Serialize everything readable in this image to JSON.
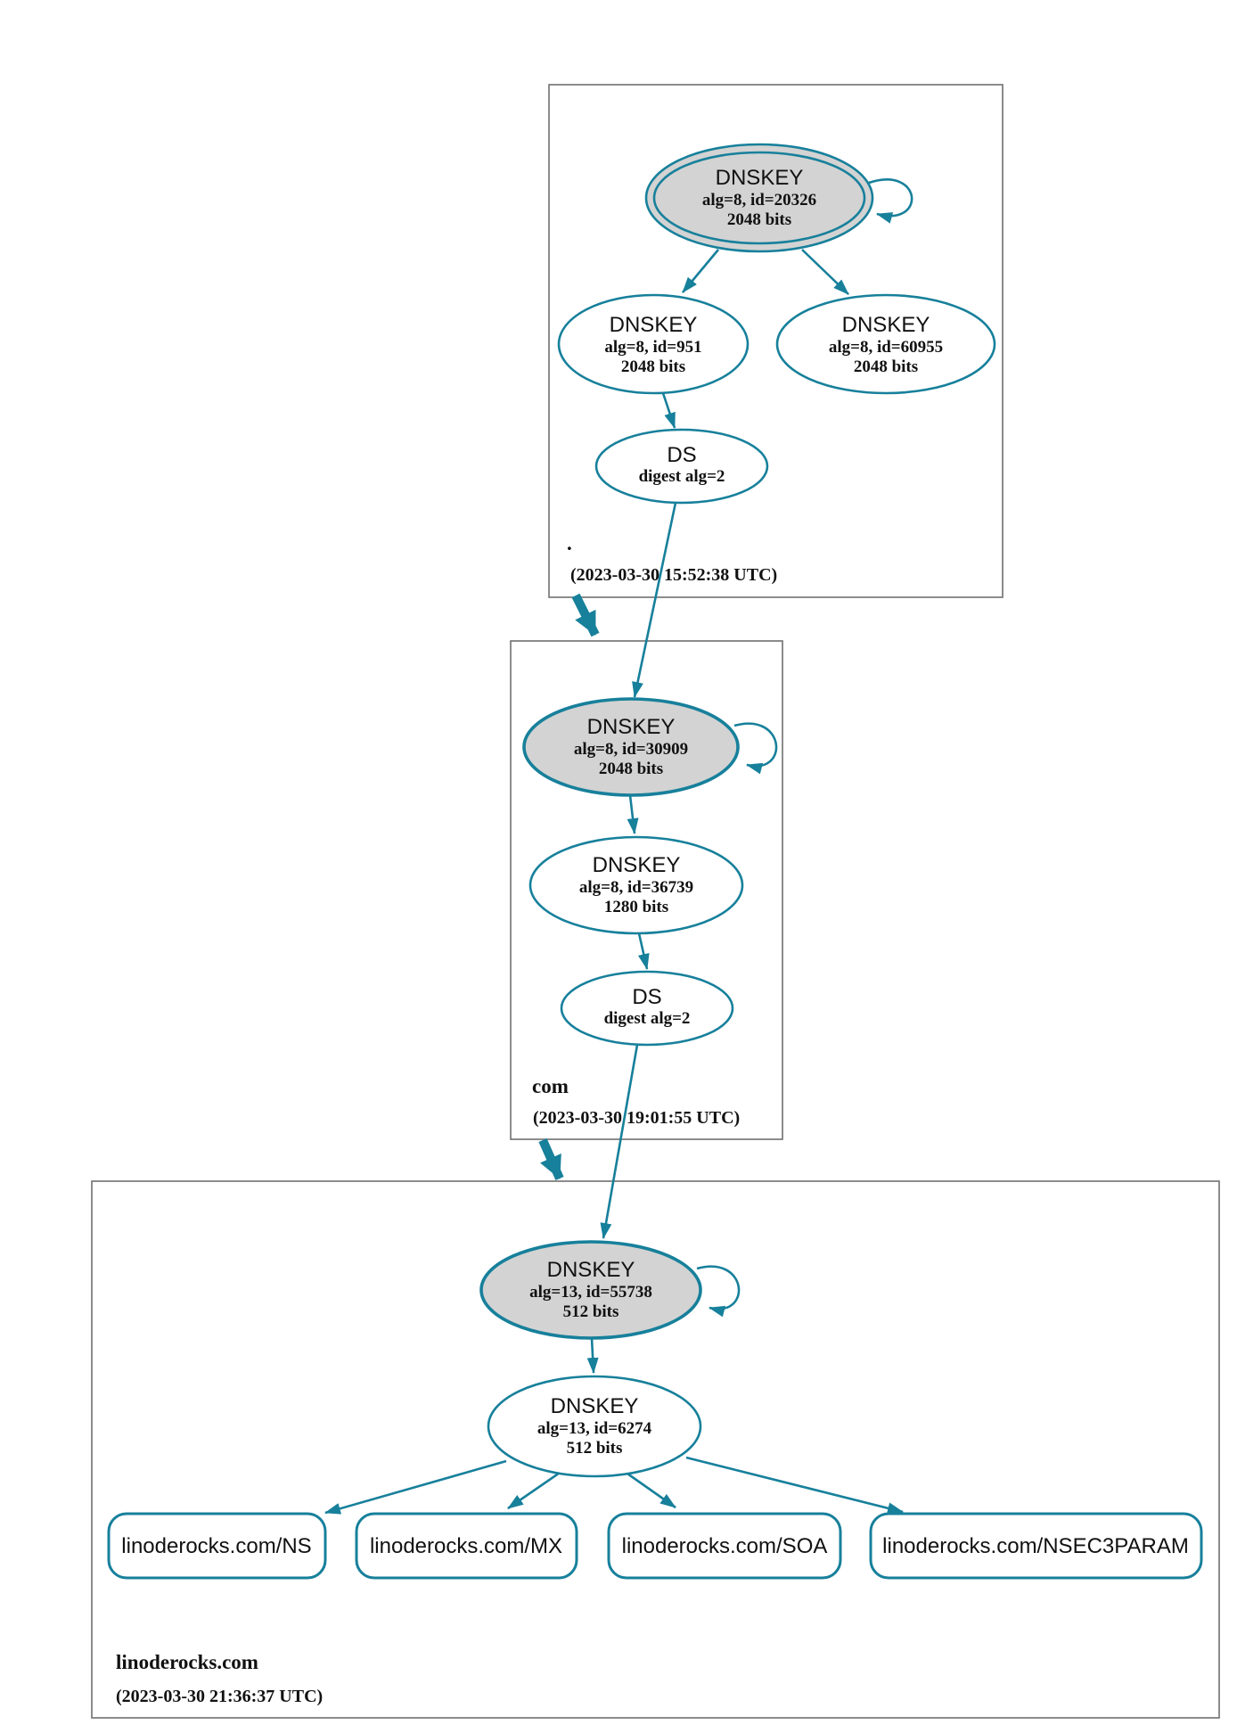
{
  "diagram_type": "dnssec-authentication-chain",
  "colors": {
    "edge_teal": "#17809b",
    "ksk_fill": "#d3d3d3",
    "node_fill": "#ffffff",
    "zone_border": "#6f6f6f",
    "text": "#111111"
  },
  "zones": [
    {
      "name": ".",
      "timestamp": "(2023-03-30 15:52:38 UTC)",
      "ksk": {
        "title": "DNSKEY",
        "detail": "alg=8, id=20326",
        "size": "2048 bits"
      },
      "zsk_left": {
        "title": "DNSKEY",
        "detail": "alg=8, id=951",
        "size": "2048 bits"
      },
      "zsk_right": {
        "title": "DNSKEY",
        "detail": "alg=8, id=60955",
        "size": "2048 bits"
      },
      "ds": {
        "title": "DS",
        "detail": "digest alg=2"
      }
    },
    {
      "name": "com",
      "timestamp": "(2023-03-30 19:01:55 UTC)",
      "ksk": {
        "title": "DNSKEY",
        "detail": "alg=8, id=30909",
        "size": "2048 bits"
      },
      "zsk": {
        "title": "DNSKEY",
        "detail": "alg=8, id=36739",
        "size": "1280 bits"
      },
      "ds": {
        "title": "DS",
        "detail": "digest alg=2"
      }
    },
    {
      "name": "linoderocks.com",
      "timestamp": "(2023-03-30 21:36:37 UTC)",
      "ksk": {
        "title": "DNSKEY",
        "detail": "alg=13, id=55738",
        "size": "512 bits"
      },
      "zsk": {
        "title": "DNSKEY",
        "detail": "alg=13, id=6274",
        "size": "512 bits"
      },
      "rrsets": [
        "linoderocks.com/NS",
        "linoderocks.com/MX",
        "linoderocks.com/SOA",
        "linoderocks.com/NSEC3PARAM"
      ]
    }
  ]
}
